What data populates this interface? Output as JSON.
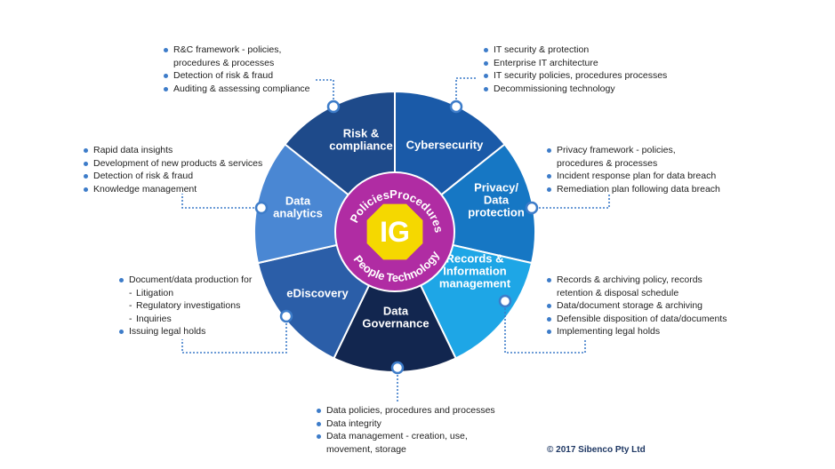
{
  "center": {
    "label": "IG"
  },
  "ring_words": [
    "Policies",
    "Procedures",
    "People",
    "Technology"
  ],
  "segments": [
    {
      "id": "risk",
      "label": [
        "Risk &",
        "compliance"
      ],
      "color": "#1e4a8a"
    },
    {
      "id": "cyber",
      "label": [
        "Cybersecurity"
      ],
      "color": "#1a5aa8"
    },
    {
      "id": "privacy",
      "label": [
        "Privacy/",
        "Data",
        "protection"
      ],
      "color": "#1677c4"
    },
    {
      "id": "records",
      "label": [
        "Records &",
        "Information",
        "management"
      ],
      "color": "#1ea6e6"
    },
    {
      "id": "governance",
      "label": [
        "Data",
        "Governance"
      ],
      "color": "#12264f"
    },
    {
      "id": "ediscovery",
      "label": [
        "eDiscovery"
      ],
      "color": "#2b5ea8"
    },
    {
      "id": "analytics",
      "label": [
        "Data",
        "analytics"
      ],
      "color": "#4a87d3"
    }
  ],
  "colors": {
    "ring": "#b02ca3",
    "center_fill": "#f5d800",
    "center_text": "#ffffff",
    "dot_line": "#3d7cc9",
    "heading": "#1f3864"
  },
  "lists": {
    "risk": [
      {
        "t": "R&C framework - policies,"
      },
      {
        "t": "procedures & processes",
        "cont": true
      },
      {
        "t": "Detection of risk & fraud"
      },
      {
        "t": "Auditing & assessing compliance"
      }
    ],
    "cyber": [
      {
        "t": "IT security & protection"
      },
      {
        "t": "Enterprise IT architecture"
      },
      {
        "t": "IT security policies, procedures processes"
      },
      {
        "t": "Decommissioning technology"
      }
    ],
    "privacy": [
      {
        "t": "Privacy framework - policies,"
      },
      {
        "t": "procedures & processes",
        "cont": true
      },
      {
        "t": "Incident response plan for data breach"
      },
      {
        "t": "Remediation plan following data breach"
      }
    ],
    "records": [
      {
        "t": "Records & archiving policy, records"
      },
      {
        "t": "retention & disposal schedule",
        "cont": true
      },
      {
        "t": "Data/document storage & archiving"
      },
      {
        "t": "Defensible disposition of data/documents"
      },
      {
        "t": "Implementing legal holds"
      }
    ],
    "governance": [
      {
        "t": "Data policies, procedures and processes"
      },
      {
        "t": "Data integrity"
      },
      {
        "t": "Data management - creation, use,"
      },
      {
        "t": "movement, storage",
        "cont": true
      }
    ],
    "ediscovery": [
      {
        "t": "Document/data production for"
      },
      {
        "t": "Litigation",
        "sub": true
      },
      {
        "t": "Regulatory investigations",
        "sub": true
      },
      {
        "t": "Inquiries",
        "sub": true
      },
      {
        "t": "Issuing legal holds"
      }
    ],
    "analytics": [
      {
        "t": "Rapid data insights"
      },
      {
        "t": "Development of new products & services"
      },
      {
        "t": "Detection of risk & fraud"
      },
      {
        "t": "Knowledge management"
      }
    ]
  },
  "copyright": "© 2017 Sibenco Pty Ltd"
}
